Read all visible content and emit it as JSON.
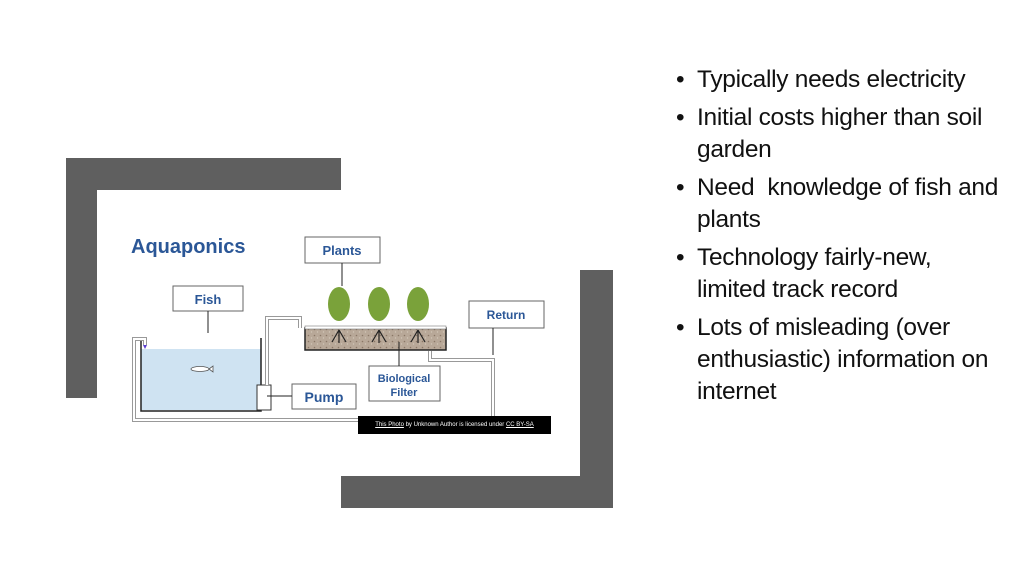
{
  "slide": {
    "image": {
      "title": "Aquaponics",
      "labels": {
        "plants": "Plants",
        "fish": "Fish",
        "return": "Return",
        "pump": "Pump",
        "filter_line1": "Biological",
        "filter_line2": "Filter"
      },
      "credit": {
        "link1": "This Photo",
        "middle": " by Unknown Author is licensed under ",
        "link2": "CC BY-SA"
      }
    },
    "bullets": [
      "Typically needs electricity",
      "Initial costs higher than soil garden",
      "Need  knowledge of fish and plants",
      "Technology fairly-new, limited track record",
      "Lots of misleading (over enthusiastic) information on internet"
    ],
    "bullet_symbol": "•"
  }
}
